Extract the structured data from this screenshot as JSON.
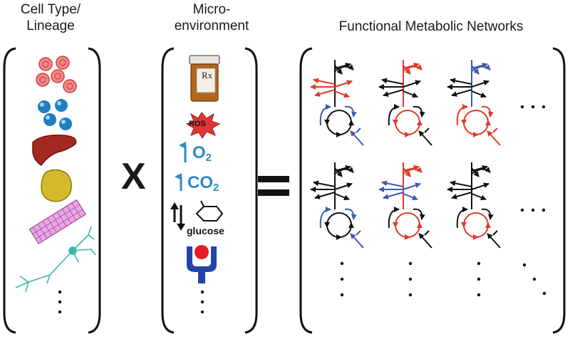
{
  "headers": {
    "cell_type_line1": "Cell Type/",
    "cell_type_line2": "Lineage",
    "micro_line1": "Micro-",
    "micro_line2": "environment",
    "functional": "Functional Metabolic Networks"
  },
  "operators": {
    "times": "X"
  },
  "micro_labels": {
    "rx": "Rx",
    "ros": "ROS",
    "o2_main": "O",
    "o2_sub": "2",
    "co2_main": "CO",
    "co2_sub": "2",
    "glucose": "glucose"
  },
  "colors": {
    "red": "#e2382b",
    "blue": "#3e5bad",
    "black": "#111111",
    "gas_blue": "#2e8ac8"
  },
  "cell_icons": [
    "red-blood-cells",
    "blue-cells",
    "liver",
    "adipocyte",
    "muscle-fiber",
    "neuron"
  ],
  "micro_icons": [
    "pill-bottle",
    "ros-burst",
    "o2-decrease",
    "co2-increase",
    "glucose-flux",
    "receptor"
  ],
  "networks": [
    {
      "row": 0,
      "col": 0,
      "top": "black",
      "left_fan": "red",
      "loop": "black",
      "loop_arc": "blue",
      "tail": "blue"
    },
    {
      "row": 0,
      "col": 1,
      "top": "red",
      "left_fan": "black",
      "loop": "red",
      "loop_arc": "black",
      "tail": "black"
    },
    {
      "row": 0,
      "col": 2,
      "top": "blue",
      "left_fan": "black",
      "loop": "red",
      "loop_arc": "red",
      "tail": "red"
    },
    {
      "row": 1,
      "col": 0,
      "top": "black",
      "left_fan": "black",
      "loop": "black",
      "loop_arc": "blue",
      "tail": "blue"
    },
    {
      "row": 1,
      "col": 1,
      "top": "red",
      "left_fan": "blue",
      "loop": "red",
      "loop_arc": "black",
      "tail": "black"
    },
    {
      "row": 1,
      "col": 2,
      "top": "black",
      "left_fan": "black",
      "loop": "red",
      "loop_arc": "black",
      "tail": "black"
    }
  ]
}
